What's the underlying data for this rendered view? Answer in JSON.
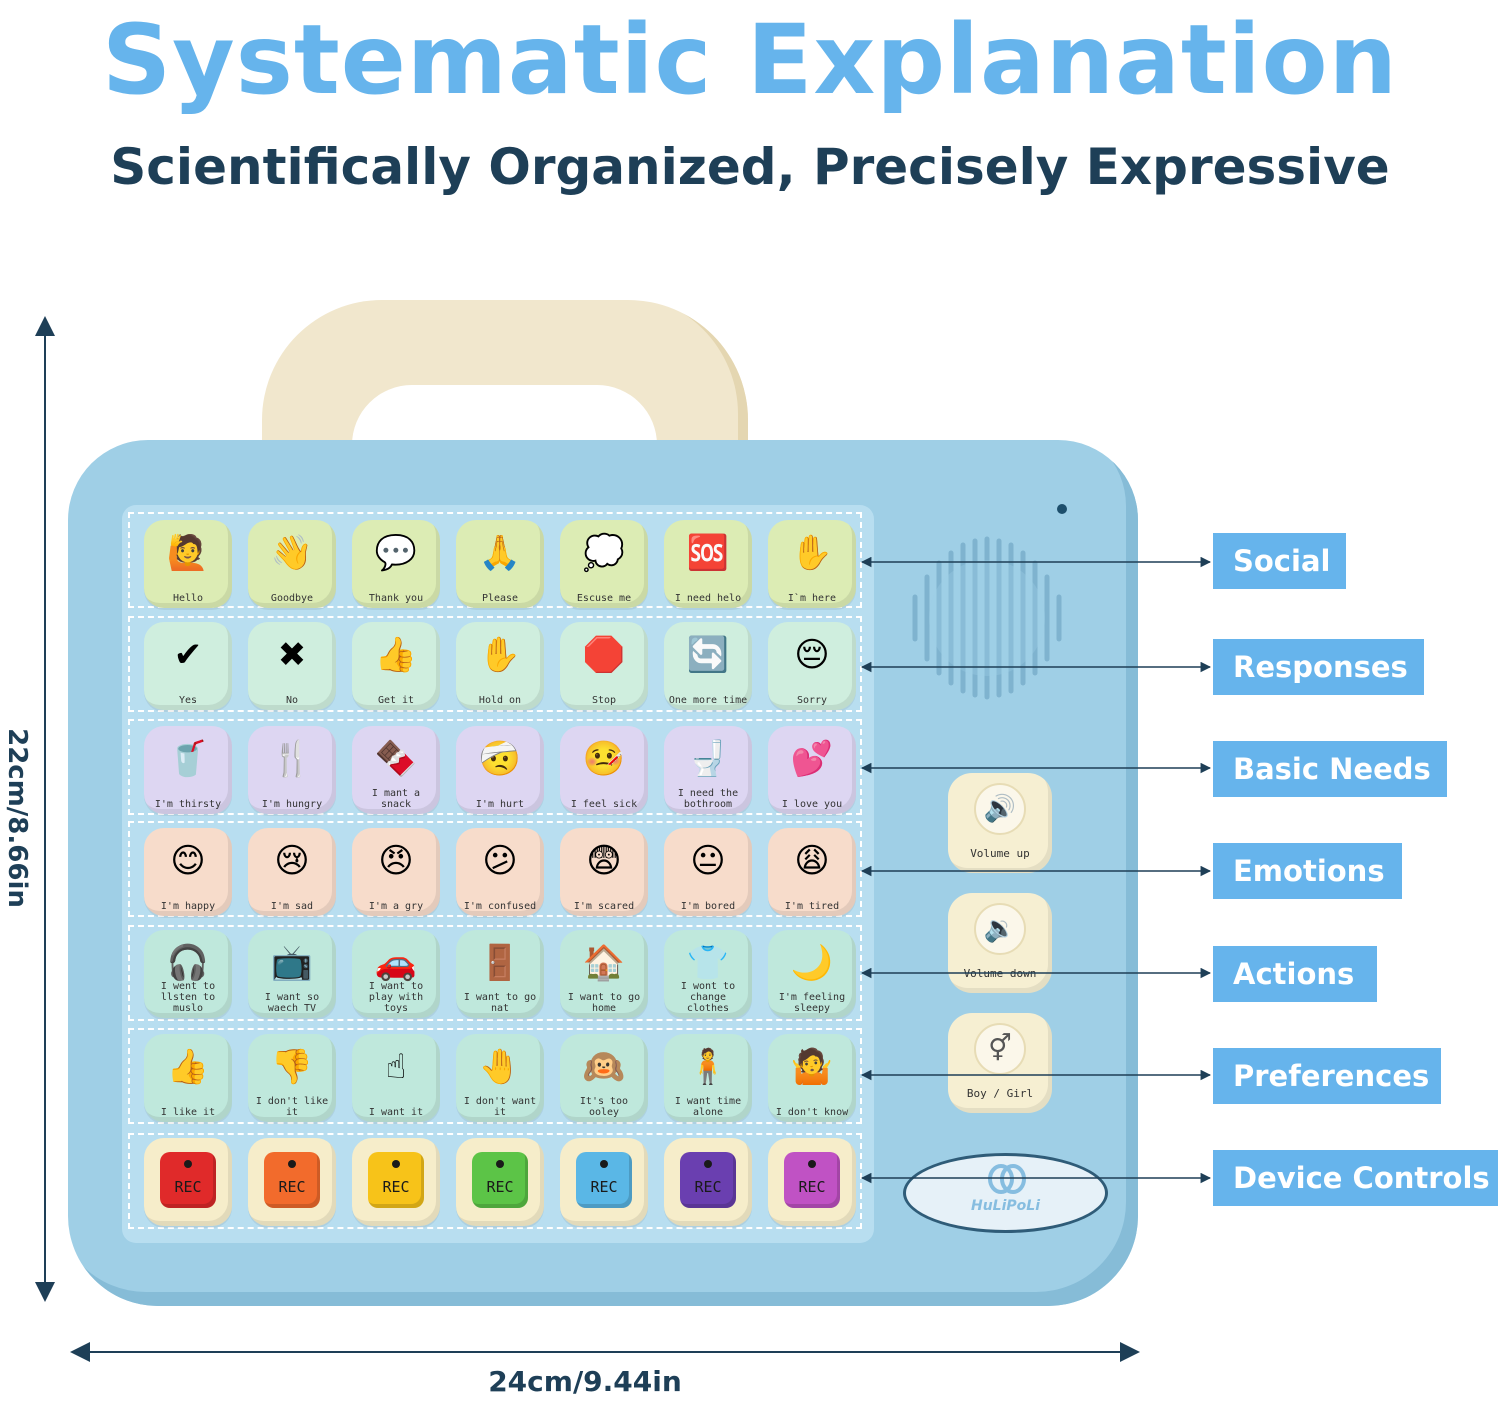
{
  "header": {
    "title": "Systematic Explanation",
    "subtitle": "Scientifically Organized, Precisely Expressive"
  },
  "colors": {
    "title_blue": "#66b4ec",
    "dark_navy": "#1e3f57",
    "device_blue": "#9fcfe6"
  },
  "dimensions": {
    "height_label": "22cm/8.66in",
    "width_label": "24cm/9.44in"
  },
  "categories": [
    "Social",
    "Responses",
    "Basic Needs",
    "Emotions",
    "Actions",
    "Preferences",
    "Device Controls"
  ],
  "rows": [
    {
      "bg": "#dcecb4",
      "tiles": [
        {
          "label": "Hello",
          "icon": "person-waving-icon",
          "glyph": "🙋"
        },
        {
          "label": "Goodbye",
          "icon": "waving-hand-icon",
          "glyph": "👋"
        },
        {
          "label": "Thank you",
          "icon": "thank-you-bubble-icon",
          "glyph": "💬"
        },
        {
          "label": "Please",
          "icon": "praying-hands-icon",
          "glyph": "🙏"
        },
        {
          "label": "Escuse me",
          "icon": "excuse-me-bubble-icon",
          "glyph": "💭"
        },
        {
          "label": "I need helo",
          "icon": "help-sign-icon",
          "glyph": "🆘"
        },
        {
          "label": "I`m here",
          "icon": "raised-hand-icon",
          "glyph": "✋"
        }
      ]
    },
    {
      "bg": "#cfeede",
      "tiles": [
        {
          "label": "Yes",
          "icon": "check-mark-icon",
          "glyph": "✔"
        },
        {
          "label": "No",
          "icon": "cross-mark-icon",
          "glyph": "✖"
        },
        {
          "label": "Get it",
          "icon": "thumbs-up-icon",
          "glyph": "👍"
        },
        {
          "label": "Hold on",
          "icon": "hold-on-sign-icon",
          "glyph": "✋"
        },
        {
          "label": "Stop",
          "icon": "stop-sign-icon",
          "glyph": "🛑"
        },
        {
          "label": "One more time",
          "icon": "repeat-clock-icon",
          "glyph": "🔄"
        },
        {
          "label": "Sorry",
          "icon": "sorry-face-icon",
          "glyph": "😔"
        }
      ]
    },
    {
      "bg": "#ddd6f2",
      "tiles": [
        {
          "label": "I'm thirsty",
          "icon": "glass-of-water-icon",
          "glyph": "🥤"
        },
        {
          "label": "I'm hungry",
          "icon": "fork-knife-icon",
          "glyph": "🍴"
        },
        {
          "label": "I mant a snack",
          "icon": "snack-bar-icon",
          "glyph": "🍫"
        },
        {
          "label": "I'm hurt",
          "icon": "hurt-hand-icon",
          "glyph": "🤕"
        },
        {
          "label": "I feel sick",
          "icon": "thermometer-icon",
          "glyph": "🤒"
        },
        {
          "label": "I need the bothroom",
          "icon": "toilet-icon",
          "glyph": "🚽"
        },
        {
          "label": "I love you",
          "icon": "hearts-icon",
          "glyph": "💕"
        }
      ]
    },
    {
      "bg": "#f7dccb",
      "tiles": [
        {
          "label": "I'm happy",
          "icon": "happy-face-icon",
          "glyph": "😊"
        },
        {
          "label": "I'm sad",
          "icon": "sad-face-icon",
          "glyph": "😢"
        },
        {
          "label": "I'm a gry",
          "icon": "angry-face-icon",
          "glyph": "😠"
        },
        {
          "label": "I'm confused",
          "icon": "confused-face-icon",
          "glyph": "😕"
        },
        {
          "label": "I'm scared",
          "icon": "scared-face-icon",
          "glyph": "😨"
        },
        {
          "label": "I'm bored",
          "icon": "bored-face-icon",
          "glyph": "😐"
        },
        {
          "label": "I'm tired",
          "icon": "tired-face-icon",
          "glyph": "😩"
        }
      ]
    },
    {
      "bg": "#bfe8dc",
      "tiles": [
        {
          "label": "I went to llsten to muslo",
          "icon": "headphones-icon",
          "glyph": "🎧"
        },
        {
          "label": "I want so waech TV",
          "icon": "tv-icon",
          "glyph": "📺"
        },
        {
          "label": "I want to play with toys",
          "icon": "toy-car-icon",
          "glyph": "🚗"
        },
        {
          "label": "I want to go nat",
          "icon": "open-door-icon",
          "glyph": "🚪"
        },
        {
          "label": "I want to go home",
          "icon": "house-icon",
          "glyph": "🏠"
        },
        {
          "label": "I wont to change clothes",
          "icon": "wardrobe-icon",
          "glyph": "👕"
        },
        {
          "label": "I'm feeling sleepy",
          "icon": "moon-sleep-icon",
          "glyph": "🌙"
        }
      ]
    },
    {
      "bg": "#bfe8dc",
      "tiles": [
        {
          "label": "I like it",
          "icon": "like-thumbs-up-icon",
          "glyph": "👍"
        },
        {
          "label": "I don't like it",
          "icon": "thumbs-down-icon",
          "glyph": "👎"
        },
        {
          "label": "I want it",
          "icon": "pointing-heart-icon",
          "glyph": "☝"
        },
        {
          "label": "I don't want it",
          "icon": "refuse-hand-icon",
          "glyph": "🤚"
        },
        {
          "label": "It's too ooley",
          "icon": "covering-ears-icon",
          "glyph": "🙉"
        },
        {
          "label": "I want time alone",
          "icon": "sitting-alone-icon",
          "glyph": "🧍"
        },
        {
          "label": "I don't know",
          "icon": "shrugging-person-icon",
          "glyph": "🤷"
        }
      ]
    }
  ],
  "rec_row": {
    "label": "REC",
    "colors": [
      "#e02a2a",
      "#f26b2c",
      "#f7c319",
      "#5cc447",
      "#5ab7e6",
      "#6a3fb0",
      "#c052c4"
    ]
  },
  "controls": [
    {
      "label": "Volume up",
      "icon": "volume-up-icon",
      "glyph": "🔊"
    },
    {
      "label": "Volume down",
      "icon": "volume-down-icon",
      "glyph": "🔉"
    },
    {
      "label": "Boy / Girl",
      "icon": "gender-symbols-icon",
      "glyph": "⚥"
    }
  ],
  "logo": {
    "text": "HuLiPoLi"
  }
}
